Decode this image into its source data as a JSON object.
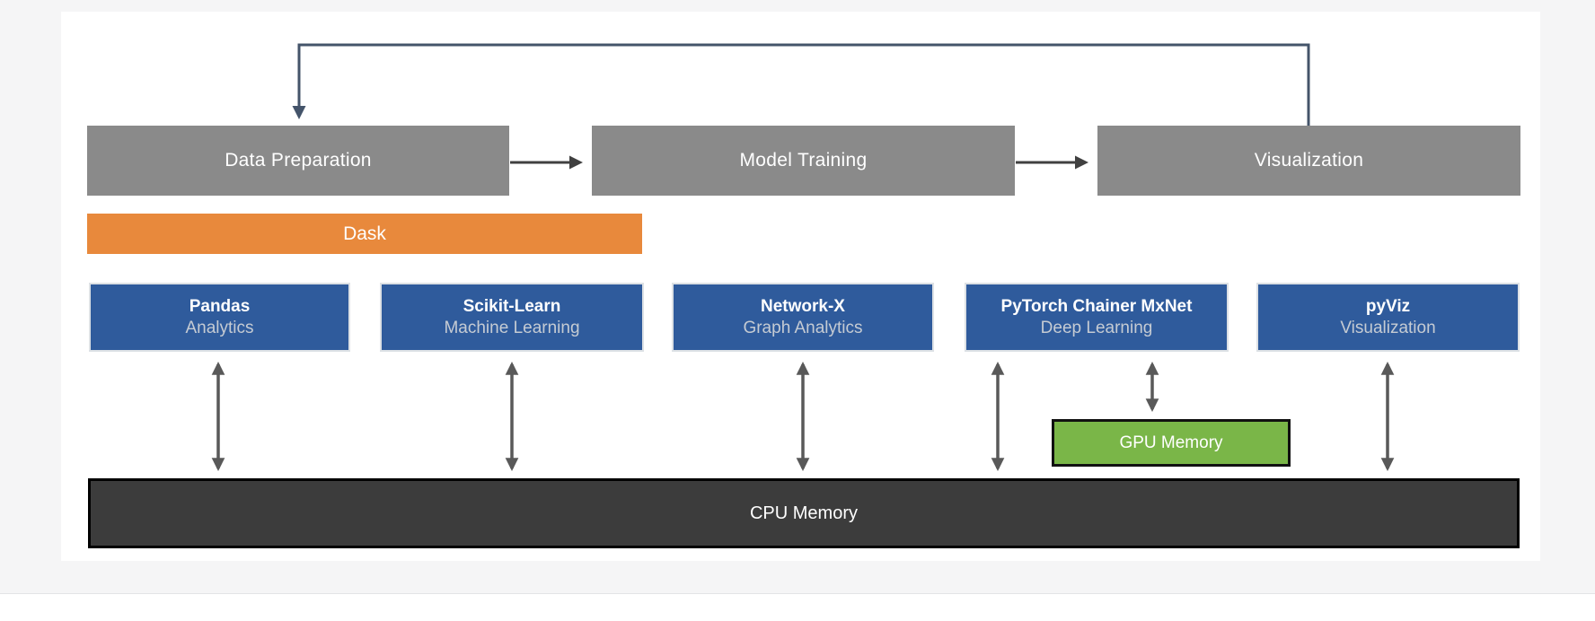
{
  "diagram": {
    "pipeline": [
      {
        "label": "Data Preparation"
      },
      {
        "label": "Model Training"
      },
      {
        "label": "Visualization"
      }
    ],
    "dask": {
      "label": "Dask"
    },
    "frameworks": [
      {
        "title": "Pandas",
        "subtitle": "Analytics"
      },
      {
        "title": "Scikit-Learn",
        "subtitle": "Machine Learning"
      },
      {
        "title": "Network-X",
        "subtitle": "Graph Analytics"
      },
      {
        "title": "PyTorch Chainer MxNet",
        "subtitle": "Deep Learning"
      },
      {
        "title": "pyViz",
        "subtitle": "Visualization"
      }
    ],
    "gpu_memory": {
      "label": "GPU Memory"
    },
    "cpu_memory": {
      "label": "CPU Memory"
    },
    "colors": {
      "page_background": "#f5f5f6",
      "canvas": "#ffffff",
      "pipeline_box": "#8a8a8a",
      "dask_bar": "#e8893c",
      "framework_box": "#2f5b9c",
      "framework_subtitle_text": "#c5cbd3",
      "gpu_box": "#7ab648",
      "cpu_bar": "#3c3c3c",
      "feedback_arrow": "#44546a",
      "flow_arrow": "#404040",
      "memory_arrow": "#595959"
    }
  }
}
